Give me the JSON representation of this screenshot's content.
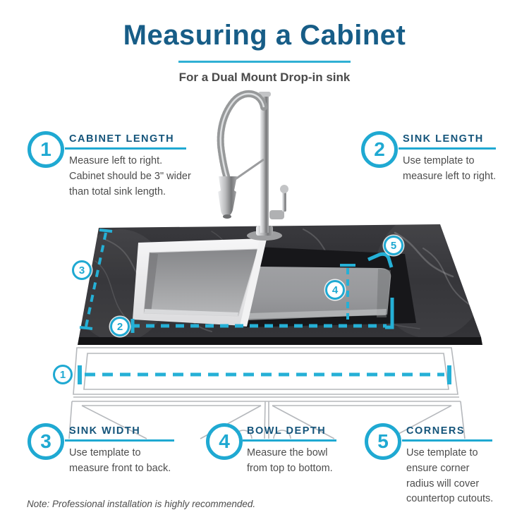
{
  "header": {
    "title": "Measuring a Cabinet",
    "subtitle": "For a Dual Mount Drop-in sink"
  },
  "callouts": [
    {
      "number": "1",
      "title": "CABINET LENGTH",
      "lines": [
        "Measure left to right.",
        "Cabinet should be 3\" wider",
        "than total sink length."
      ]
    },
    {
      "number": "2",
      "title": "SINK LENGTH",
      "lines": [
        "Use template to",
        "measure left to right."
      ]
    },
    {
      "number": "3",
      "title": "SINK WIDTH",
      "lines": [
        "Use template to",
        "measure front to back."
      ]
    },
    {
      "number": "4",
      "title": "BOWL DEPTH",
      "lines": [
        "Measure the bowl",
        "from top to bottom."
      ]
    },
    {
      "number": "5",
      "title": "CORNERS",
      "lines": [
        "Use template to",
        "ensure corner",
        "radius will cover",
        "countertop cutouts."
      ]
    }
  ],
  "note": "Note: Professional installation is highly recommended.",
  "colors": {
    "accent_teal": "#1fa9d2",
    "heading_blue": "#175d87",
    "body_text": "#4d4d4d",
    "countertop_dark": "#2e2e31"
  }
}
